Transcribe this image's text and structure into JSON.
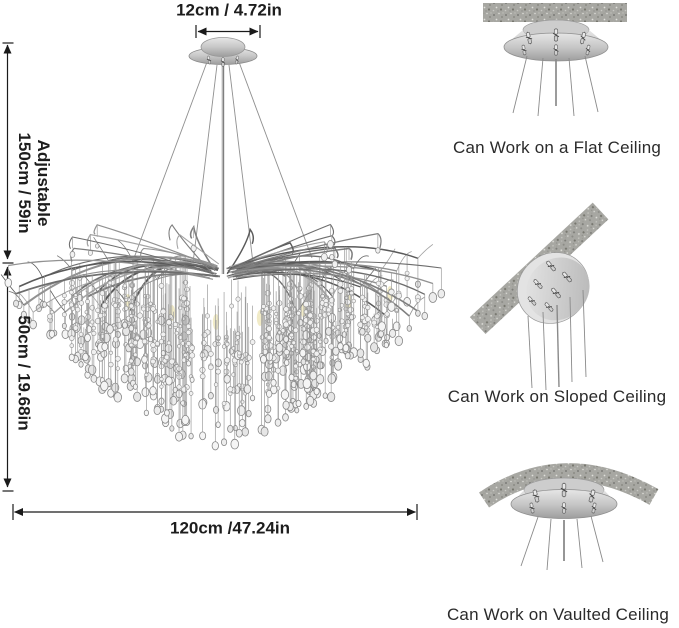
{
  "diagram": {
    "dimension_labels": {
      "canopy_width": "12cm / 4.72in",
      "adjustable_line1": "Adjustable",
      "adjustable_line2": "150cm / 59in",
      "fixture_height": "50cm / 19.68in",
      "fixture_width": "120cm /47.24in"
    }
  },
  "ceiling_examples": [
    {
      "caption": "Can Work on a Flat Ceiling"
    },
    {
      "caption": "Can Work on Sloped Ceiling"
    },
    {
      "caption": "Can Work on Vaulted Ceiling"
    }
  ],
  "colors": {
    "background": "#ffffff",
    "text": "#1d1d1d",
    "dimension_line": "#1a1a1a",
    "ceiling_texture": "#a7a7a2",
    "metal_light": "#dedede",
    "metal_dark": "#9b9b9b",
    "crystal_outline": "#878787",
    "bulb_glow": "#efe7bd"
  }
}
